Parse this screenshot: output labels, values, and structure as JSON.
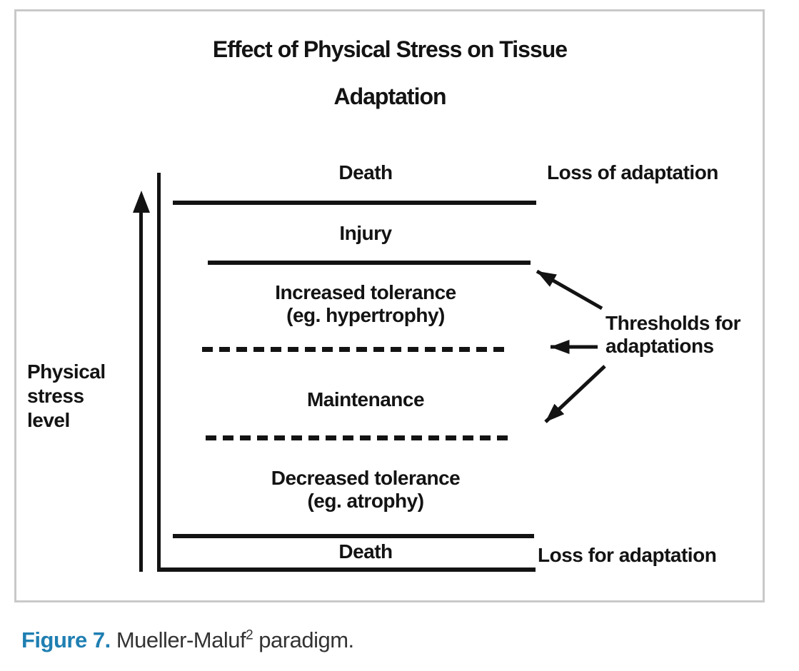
{
  "figure": {
    "title_line1": "Effect of Physical Stress on Tissue",
    "title_line2": "Adaptation",
    "y_axis": {
      "label_line1": "Physical",
      "label_line2": "stress",
      "label_line3": "level"
    },
    "zones": {
      "death_top": "Death",
      "injury": "Injury",
      "increased_tolerance_line1": "Increased tolerance",
      "increased_tolerance_line2": "(eg. hypertrophy)",
      "maintenance": "Maintenance",
      "decreased_tolerance_line1": "Decreased tolerance",
      "decreased_tolerance_line2": "(eg. atrophy)",
      "death_bottom": "Death"
    },
    "annotations": {
      "loss_top": "Loss of adaptation",
      "loss_bottom": "Loss for adaptation",
      "thresholds_line1": "Thresholds for",
      "thresholds_line2": "adaptations"
    }
  },
  "caption": {
    "label": "Figure 7.",
    "text_before_sup": " Mueller-Maluf",
    "sup": "2",
    "text_after_sup": " paradigm."
  },
  "colors": {
    "ink": "#131313",
    "caption_label_blue": "#1f7fb2",
    "caption_text": "#333333",
    "figure_border": "#c9c9c9",
    "background": "#ffffff"
  }
}
